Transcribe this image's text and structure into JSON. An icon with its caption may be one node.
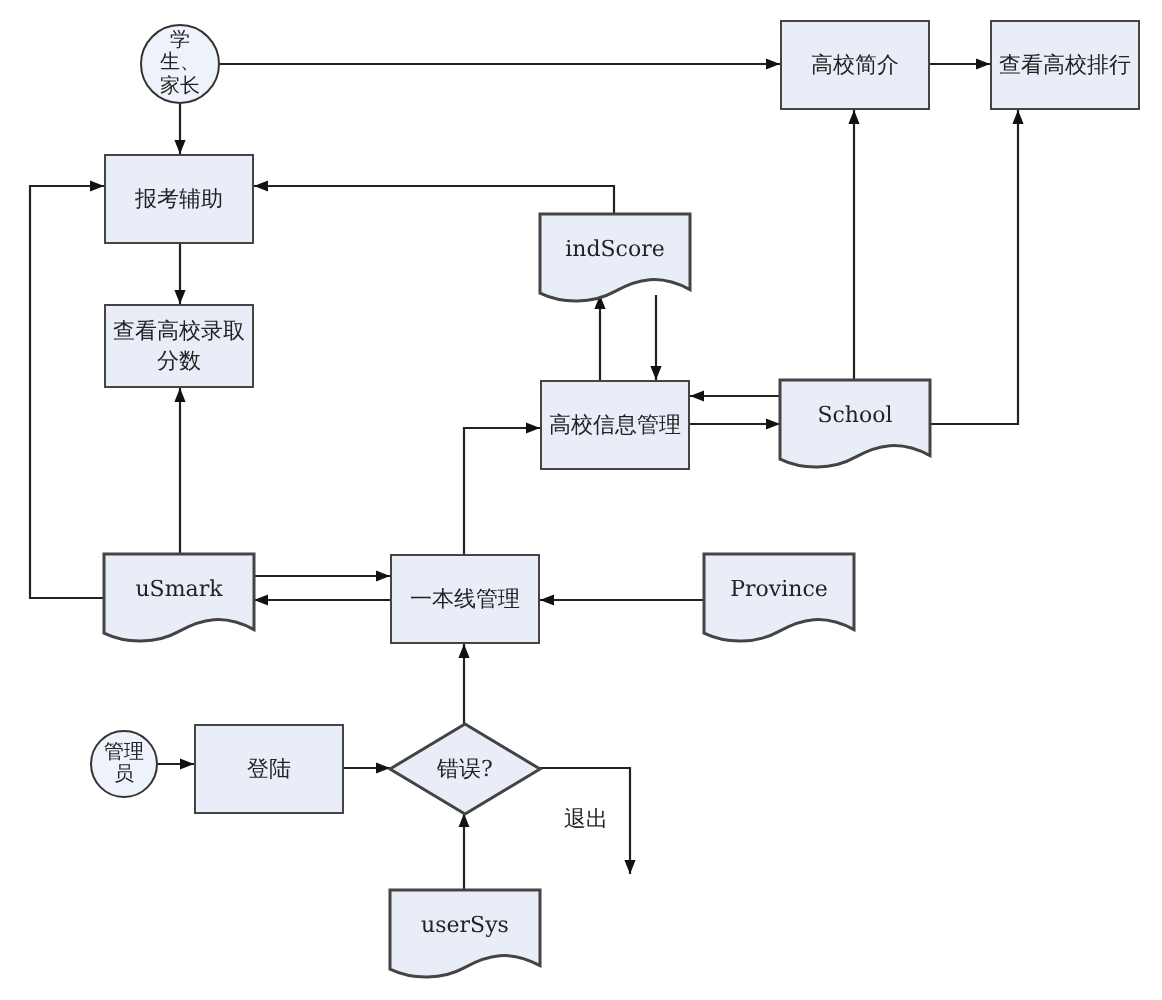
{
  "diagram": {
    "nodes": [
      {
        "text": [
          "学生、家长"
        ]
      },
      {
        "text": [
          "高校简介"
        ]
      },
      {
        "text": [
          "查看高校排行"
        ]
      },
      {
        "text": [
          "报考辅助"
        ]
      },
      {
        "text": [
          "indScore"
        ]
      },
      {
        "text": [
          "查看高校录取分数"
        ]
      },
      {
        "text": [
          "高校信息管理"
        ]
      },
      {
        "text": [
          "School"
        ]
      },
      {
        "text": [
          "uSmark"
        ]
      },
      {
        "text": [
          "一本线管理"
        ]
      },
      {
        "text": [
          "Province"
        ]
      },
      {
        "text": [
          "管理员"
        ]
      },
      {
        "text": [
          "登陆"
        ]
      },
      {
        "text": [
          "错误?"
        ]
      },
      {
        "text": [
          "userSys"
        ]
      }
    ],
    "edges": [
      {
        "from": 0,
        "to": 1,
        "arrow": "to"
      },
      {
        "from": 1,
        "to": 2,
        "arrow": "to"
      },
      {
        "from": 0,
        "to": 3,
        "arrow": "to"
      },
      {
        "from": 4,
        "to": 3,
        "arrow": "to"
      },
      {
        "from": 6,
        "to": 4,
        "arrow": "to"
      },
      {
        "from": 4,
        "to": 6,
        "arrow": "to"
      },
      {
        "from": 3,
        "to": 5,
        "arrow": "to"
      },
      {
        "from": 8,
        "to": 5,
        "arrow": "to"
      },
      {
        "from": 8,
        "to": 3,
        "arrow": "to"
      },
      {
        "from": 8,
        "to": 9,
        "arrow": "to"
      },
      {
        "from": 9,
        "to": 8,
        "arrow": "to"
      },
      {
        "from": 10,
        "to": 9,
        "arrow": "to"
      },
      {
        "from": 9,
        "to": 6,
        "arrow": "to"
      },
      {
        "from": 7,
        "to": 6,
        "arrow": "to"
      },
      {
        "from": 6,
        "to": 7,
        "arrow": "to"
      },
      {
        "from": 7,
        "to": 1,
        "arrow": "to"
      },
      {
        "from": 7,
        "to": 2,
        "arrow": "to"
      },
      {
        "from": 11,
        "to": 12,
        "arrow": "to"
      },
      {
        "from": 12,
        "to": 13,
        "arrow": "to"
      },
      {
        "from": 14,
        "to": 13,
        "arrow": "to"
      },
      {
        "from": 13,
        "to": 9,
        "arrow": "to"
      },
      {
        "from": 13,
        "to": null,
        "arrow": "to",
        "label": "退出"
      }
    ]
  }
}
